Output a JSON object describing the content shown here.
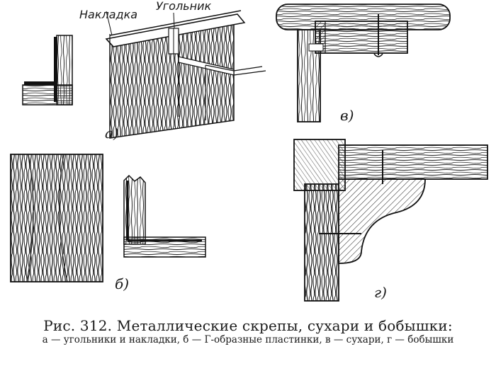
{
  "figure": {
    "callouts": {
      "overlay": "Накладка",
      "corner": "Угольник"
    },
    "panels": {
      "a": "а)",
      "b": "б)",
      "v": "в)",
      "g": "г)"
    }
  },
  "caption": {
    "title": "Рис. 312. Металлические скрепы, сухари и бобышки:",
    "legend": "а — угольники и накладки, б — Г-образные пластинки, в — сухари, г — бобышки"
  }
}
